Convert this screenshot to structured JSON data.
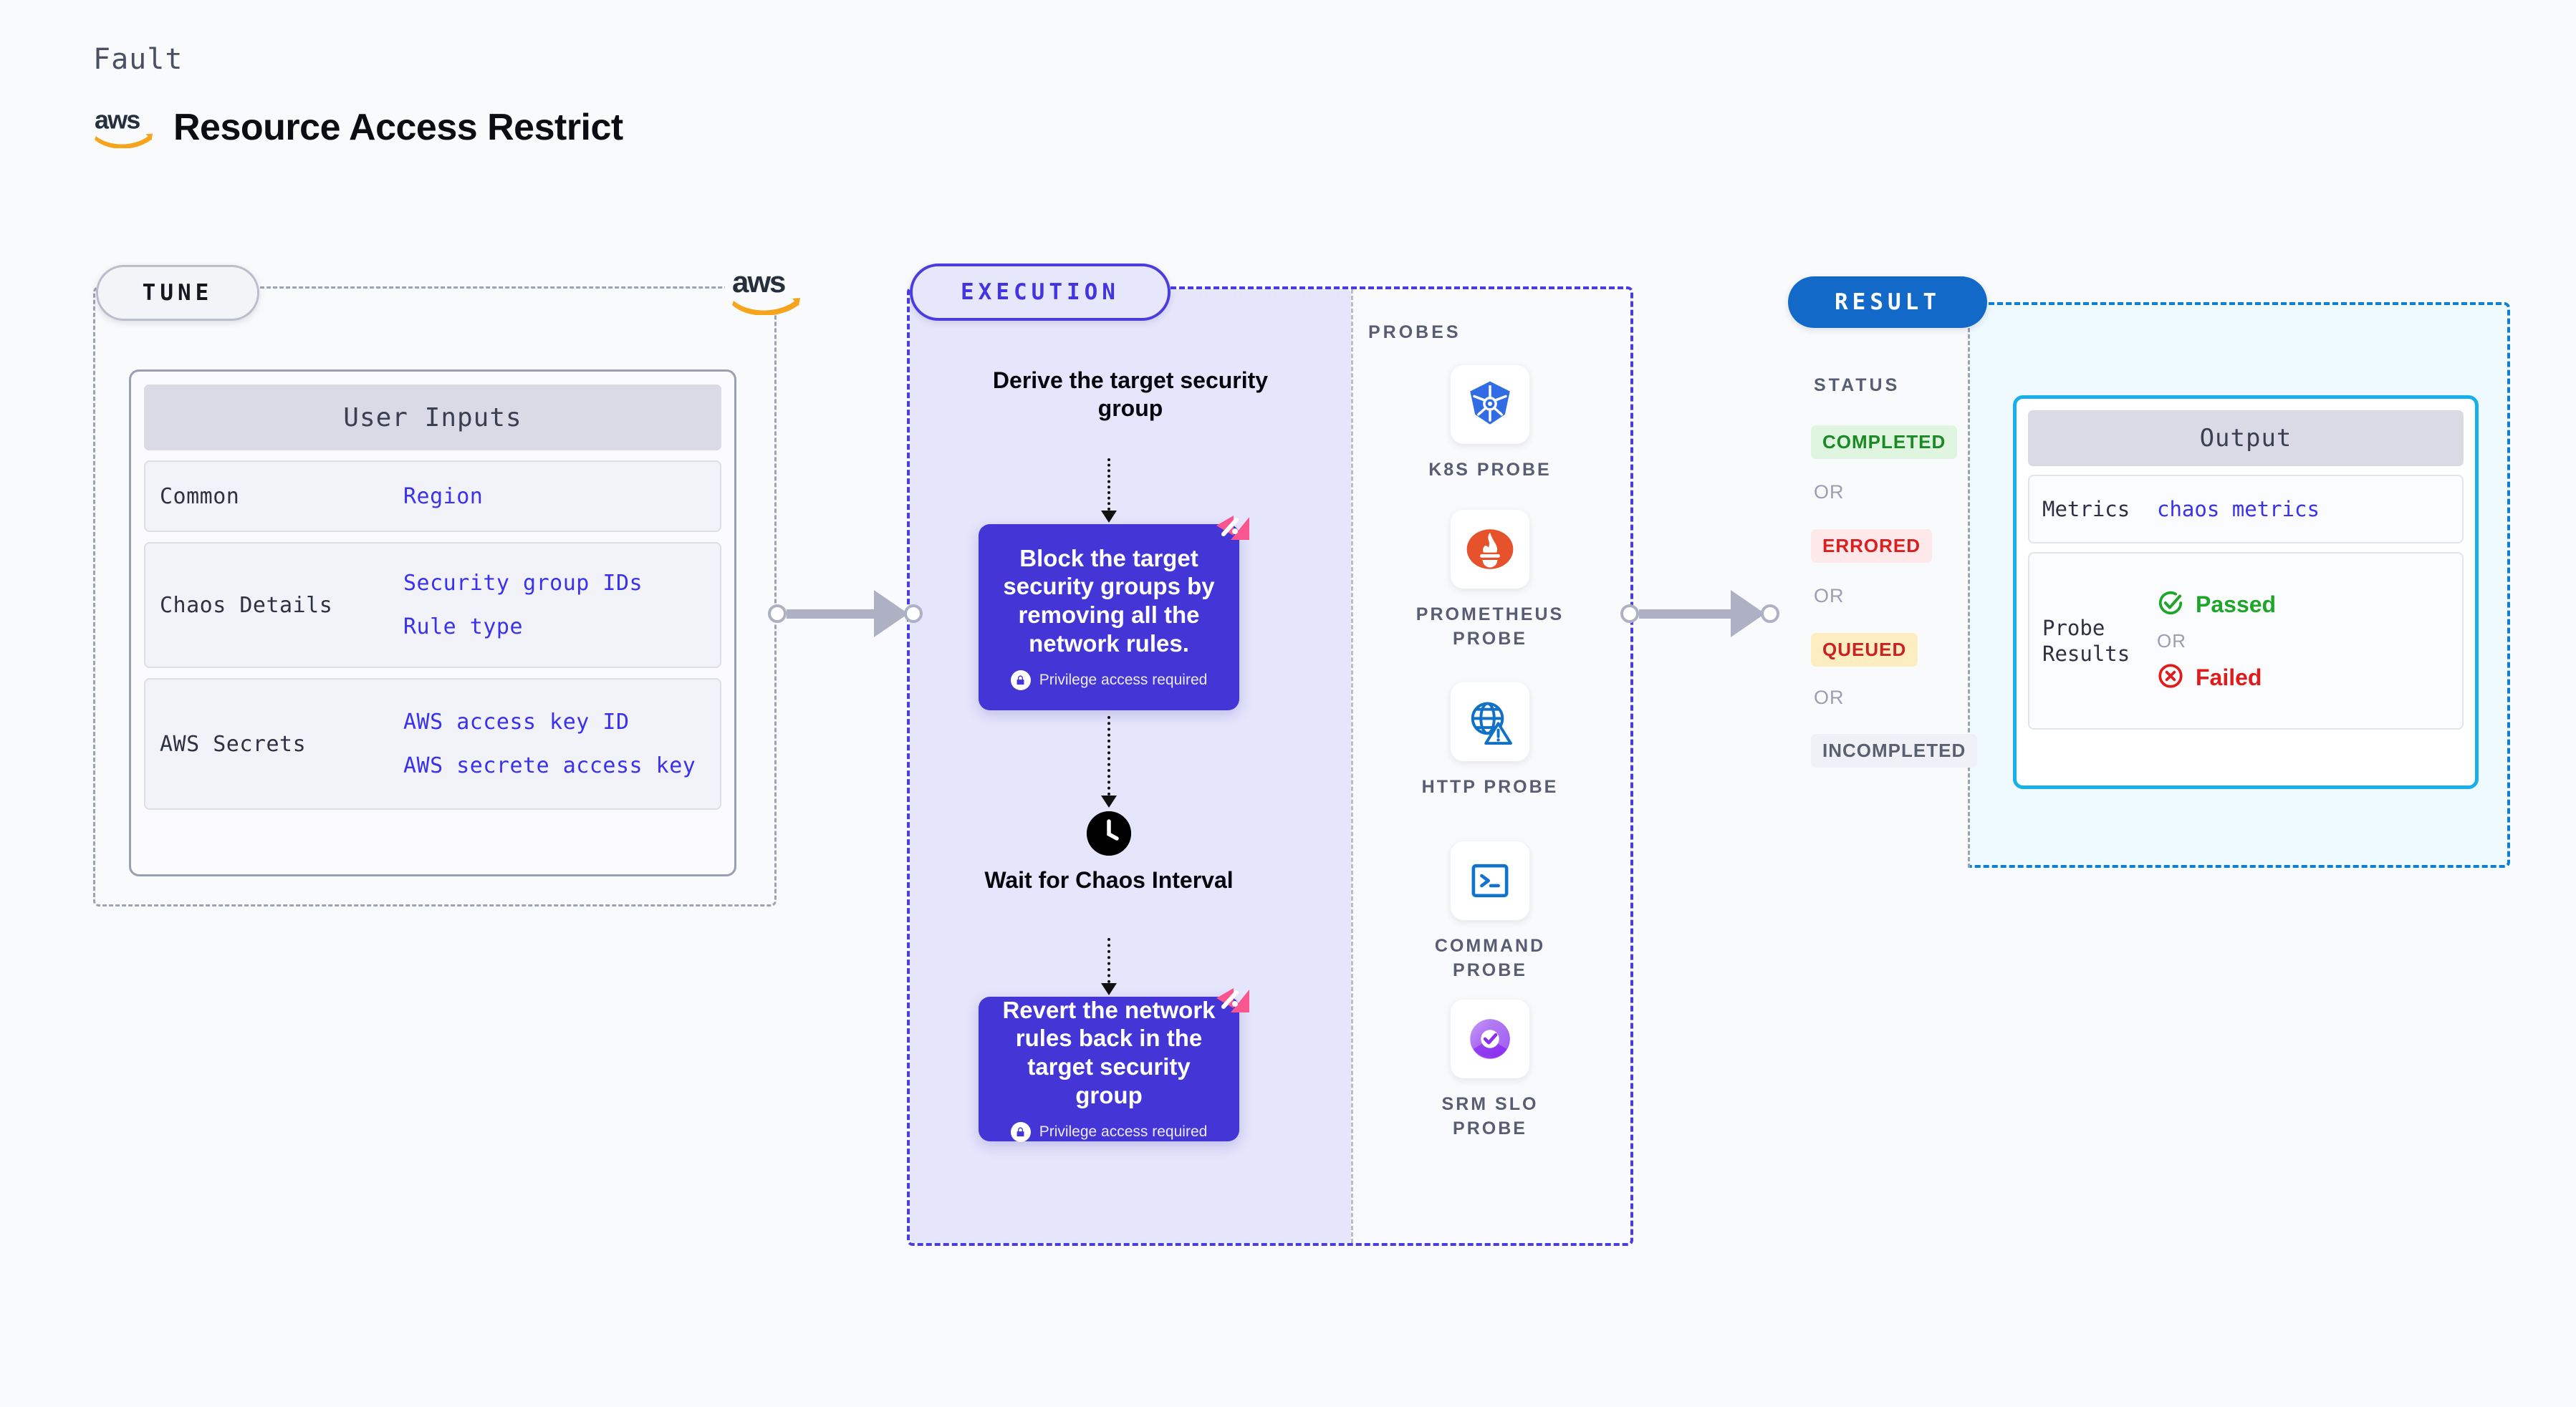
{
  "header": {
    "fault_label": "Fault",
    "title": "Resource Access Restrict",
    "logo_icon": "aws-logo-icon",
    "logo_text": "aws"
  },
  "tune": {
    "pill_label": "TUNE",
    "aws_logo_icon": "aws-logo-icon",
    "aws_logo_text": "aws",
    "card_title": "User Inputs",
    "rows": [
      {
        "key": "Common",
        "values": [
          "Region"
        ]
      },
      {
        "key": "Chaos Details",
        "values": [
          "Security group IDs",
          "Rule type"
        ]
      },
      {
        "key": "AWS Secrets",
        "values": [
          "AWS access key ID",
          "AWS secrete access key"
        ]
      }
    ]
  },
  "execution": {
    "pill_label": "EXECUTION",
    "step_derive": "Derive the target security group",
    "card_block": {
      "title": "Block the target security groups by removing all the network rules.",
      "note": "Privilege access required",
      "note_icon": "lock-icon",
      "corner_icon": "harness-chaos-icon"
    },
    "step_wait": "Wait for Chaos Interval",
    "wait_icon": "clock-icon",
    "card_revert": {
      "title": "Revert the network rules back in the target security group",
      "note": "Privilege access required",
      "note_icon": "lock-icon",
      "corner_icon": "harness-chaos-icon"
    },
    "probes_label": "PROBES",
    "probes": [
      {
        "label": "K8S PROBE",
        "icon": "kubernetes-icon"
      },
      {
        "label": "PROMETHEUS PROBE",
        "icon": "prometheus-icon"
      },
      {
        "label": "HTTP PROBE",
        "icon": "http-globe-warning-icon"
      },
      {
        "label": "COMMAND PROBE",
        "icon": "terminal-icon"
      },
      {
        "label": "SRM SLO PROBE",
        "icon": "srm-slo-donut-icon"
      }
    ]
  },
  "result": {
    "pill_label": "RESULT",
    "status_label": "STATUS",
    "or_text": "OR",
    "statuses": [
      {
        "label": "COMPLETED",
        "bg": "#dff5e0",
        "fg": "#1a8a22"
      },
      {
        "label": "ERRORED",
        "bg": "#fde9e9",
        "fg": "#d91f1f"
      },
      {
        "label": "QUEUED",
        "bg": "#fdeec2",
        "fg": "#cc2121"
      },
      {
        "label": "INCOMPLETED",
        "bg": "#f0f1f6",
        "fg": "#5b6070"
      }
    ],
    "output": {
      "title": "Output",
      "metrics_key": "Metrics",
      "metrics_value": "chaos metrics",
      "probe_results_key": "Probe Results",
      "passed_label": "Passed",
      "passed_icon": "check-circle-icon",
      "failed_label": "Failed",
      "failed_icon": "x-circle-icon",
      "or_text": "OR"
    }
  },
  "connectors": {
    "tune_to_execution": "arrow-right-icon",
    "execution_to_result": "arrow-right-icon"
  },
  "colors": {
    "purple": "#4436d6",
    "purple_light": "#e5e5fb",
    "blue": "#1269c7",
    "cyan": "#18b0e8",
    "pink": "#f9558f",
    "aws_orange": "#f7a41d",
    "grey": "#9ca3b5"
  }
}
